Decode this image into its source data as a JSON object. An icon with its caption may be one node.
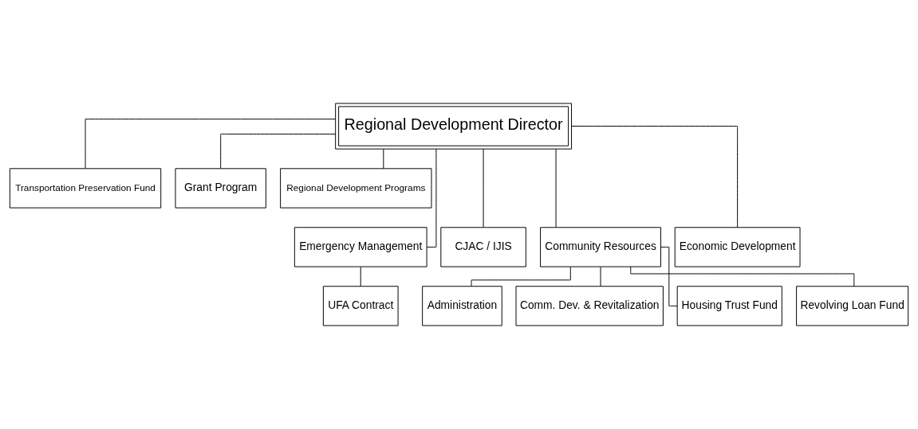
{
  "diagram": {
    "nodes": [
      {
        "text": [
          "Regional Development Director"
        ]
      },
      {
        "text": [
          "Transportation Preservation Fund"
        ]
      },
      {
        "text": [
          "Grant Program"
        ]
      },
      {
        "text": [
          "Regional Development Programs"
        ]
      },
      {
        "text": [
          "Emergency Management"
        ]
      },
      {
        "text": [
          "CJAC / IJIS"
        ]
      },
      {
        "text": [
          "Community Resources"
        ]
      },
      {
        "text": [
          "Economic Development"
        ]
      },
      {
        "text": [
          "UFA Contract"
        ]
      },
      {
        "text": [
          "Administration"
        ]
      },
      {
        "text": [
          "Comm. Dev. & Revitalization"
        ]
      },
      {
        "text": [
          "Housing Trust Fund"
        ]
      },
      {
        "text": [
          "Revolving Loan Fund"
        ]
      }
    ],
    "edges": [
      {
        "from": 0,
        "to": 4,
        "arrow": "none"
      },
      {
        "from": 0,
        "to": 1,
        "arrow": "none"
      },
      {
        "from": 0,
        "to": 5,
        "arrow": "none"
      },
      {
        "from": 0,
        "to": 2,
        "arrow": "none"
      },
      {
        "from": 0,
        "to": 6,
        "arrow": "none"
      },
      {
        "from": 0,
        "to": 3,
        "arrow": "none"
      },
      {
        "from": 0,
        "to": 7,
        "arrow": "none"
      },
      {
        "from": 4,
        "to": 8,
        "arrow": "none"
      },
      {
        "from": 6,
        "to": 9,
        "arrow": "none"
      },
      {
        "from": 6,
        "to": 10,
        "arrow": "none"
      },
      {
        "from": 6,
        "to": 11,
        "arrow": "none"
      },
      {
        "from": 6,
        "to": 12,
        "arrow": "none"
      }
    ]
  }
}
